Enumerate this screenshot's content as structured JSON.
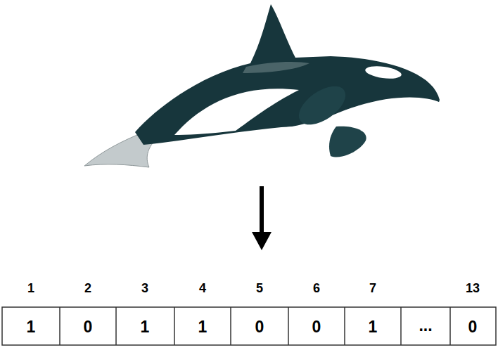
{
  "diagram": {
    "labels": [
      "1",
      "2",
      "3",
      "4",
      "5",
      "6",
      "7",
      "13",
      "1",
      "0",
      "1",
      "1",
      "0",
      "0",
      "1",
      "...",
      "0"
    ]
  }
}
